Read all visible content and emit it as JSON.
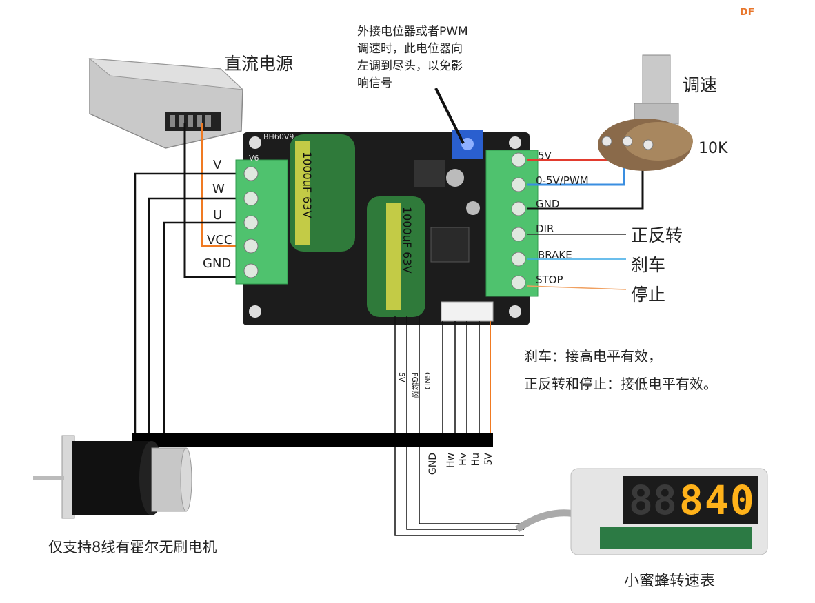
{
  "brand": "DF",
  "labels": {
    "power_supply": "直流电源",
    "speed_control": "调速",
    "pot_value": "10K",
    "motor": "仅支持8线有霍尔无刷电机",
    "tachometer": "小蜜蜂转速表",
    "dir_label": "正反转",
    "brake_label": "刹车",
    "stop_label": "停止"
  },
  "note_top": [
    "外接电位器或者PWM",
    "调速时，此电位器向",
    "左调到尽头，以免影",
    "响信号"
  ],
  "note_bottom": [
    "刹车：接高电平有效，",
    "正反转和停止：接低电平有效。"
  ],
  "left_terminals": [
    "V",
    "W",
    "U",
    "VCC",
    "GND"
  ],
  "right_terminals": [
    "5V",
    "0-5V/PWM",
    "GND",
    "DIR",
    "BRAKE",
    "STOP"
  ],
  "tach_wires": [
    "5V",
    "FG转速",
    "GND"
  ],
  "hall_wires": [
    "5V",
    "Hu",
    "Hv",
    "Hw",
    "GND"
  ],
  "board_text": {
    "model": "BH60V9",
    "silk_v6": "V6",
    "cap1": "1000uF 63V",
    "cap2": "1000uF 63V"
  },
  "display_value": "840",
  "colors": {
    "red_wire": "#e23b2e",
    "blue_wire": "#3a8ee0",
    "orange_wire": "#f07a22",
    "terminal_green": "#4fc26e",
    "board": "#1c1c1c",
    "display_digit": "#ffb21a"
  }
}
